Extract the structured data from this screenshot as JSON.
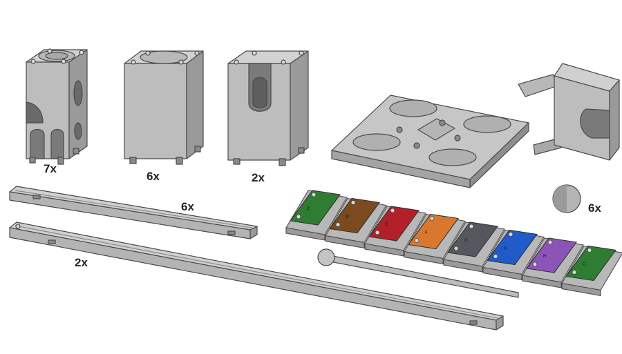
{
  "palette": {
    "part_face": "#bdbdbd",
    "part_top": "#d2d2d2",
    "part_side": "#9a9a9a",
    "outline": "#4a4a4a",
    "screw": "#d8d8d8"
  },
  "quantities": {
    "block_curved_holes": "7x",
    "block_plain": "6x",
    "block_slotted": "2x",
    "rail_short": "6x",
    "rail_long": "2x",
    "ball": "6x"
  },
  "xylophone": {
    "bars": [
      {
        "note": "C",
        "color": "#2e7d32"
      },
      {
        "note": "D",
        "color": "#7b4a1e"
      },
      {
        "note": "E",
        "color": "#b3202a"
      },
      {
        "note": "F",
        "color": "#d8782f"
      },
      {
        "note": "G",
        "color": "#55575f"
      },
      {
        "note": "A",
        "color": "#1f5bc9"
      },
      {
        "note": "H",
        "color": "#8c54b7"
      },
      {
        "note": "C",
        "color": "#2e7d32"
      }
    ]
  },
  "icons": {
    "block_curved_holes": "cube-with-curved-tunnels",
    "block_plain": "plain-cube-block",
    "block_slotted": "slotted-cube-block",
    "base_plate": "square-base-plate-with-four-cups",
    "splitter": "y-splitter-piece",
    "ball": "marble-ball",
    "mallet": "xylophone-mallet"
  }
}
